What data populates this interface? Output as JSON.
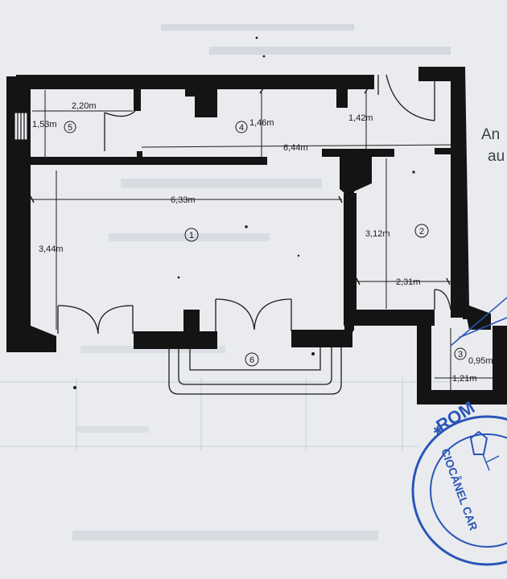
{
  "rooms": [
    {
      "number": "1"
    },
    {
      "number": "2"
    },
    {
      "number": "3"
    },
    {
      "number": "4"
    },
    {
      "number": "5"
    },
    {
      "number": "6"
    }
  ],
  "dimensions": {
    "room5_width": "2,20m",
    "room5_depth": "1,53m",
    "room4_depth": "1,46m",
    "corridor_depth": "1,42m",
    "corridor_length": "6,44m",
    "room1_width": "6,33m",
    "room1_depth": "3,44m",
    "room2_depth": "3,12m",
    "room2_width": "2,31m",
    "room3_depth": "0,95m",
    "room3_width": "1,21m"
  },
  "side_text": [
    "An",
    "au"
  ],
  "stamp": {
    "top_text": "ROM",
    "ring_text": "CIOCÂNEL CAR"
  },
  "colors": {
    "wall": "#141414",
    "paper": "#e9ebee",
    "stamp": "#2a55b8",
    "faded_text": "#aeb6c4"
  }
}
